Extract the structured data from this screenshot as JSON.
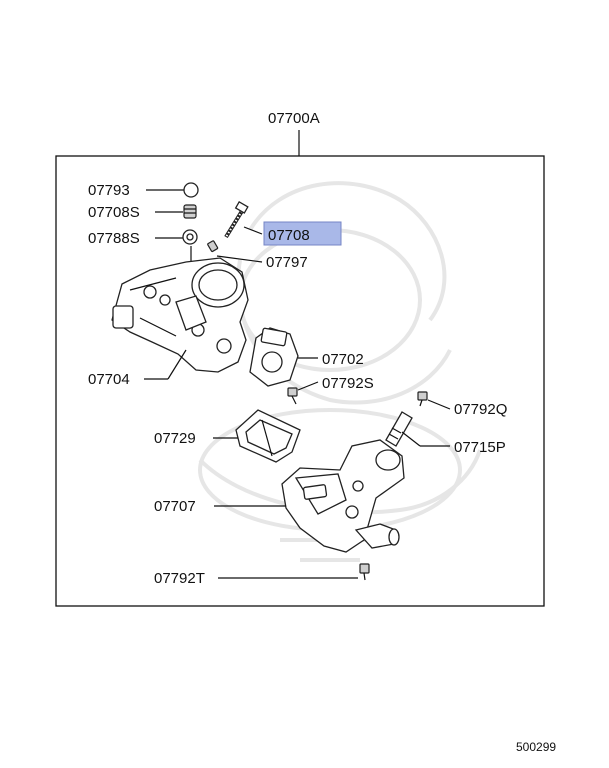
{
  "assembly_label": "07700A",
  "labels": {
    "p07793": "07793",
    "p07708S": "07708S",
    "p07788S": "07788S",
    "p07708": "07708",
    "p07797": "07797",
    "p07704": "07704",
    "p07702": "07702",
    "p07792S": "07792S",
    "p07792Q": "07792Q",
    "p07729": "07729",
    "p07715P": "07715P",
    "p07707": "07707",
    "p07792T": "07792T"
  },
  "highlight_color": "#a9b8e8",
  "diagram_number": "500299"
}
